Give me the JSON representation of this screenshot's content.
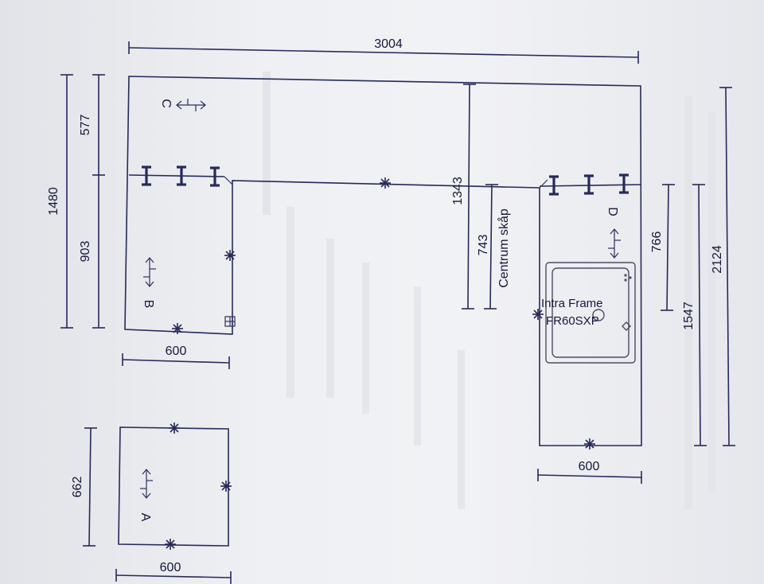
{
  "labels": {
    "total_width": "3004",
    "dim_1480": "1480",
    "dim_577": "577",
    "dim_903": "903",
    "dim_600_b": "600",
    "dim_662": "662",
    "dim_600_a": "600",
    "dim_1343": "1343",
    "dim_743": "743",
    "centrum": "Centrum skåp",
    "dim_766": "766",
    "dim_1547": "1547",
    "dim_2124": "2124",
    "dim_600_d": "600",
    "sink_name": "Intra Frame",
    "sink_model": "FR60SXP",
    "section_a": "A",
    "section_b": "B",
    "section_c": "C",
    "section_d": "D"
  },
  "colors": {
    "ink": "#27295a",
    "paper": "#eef0f3"
  }
}
